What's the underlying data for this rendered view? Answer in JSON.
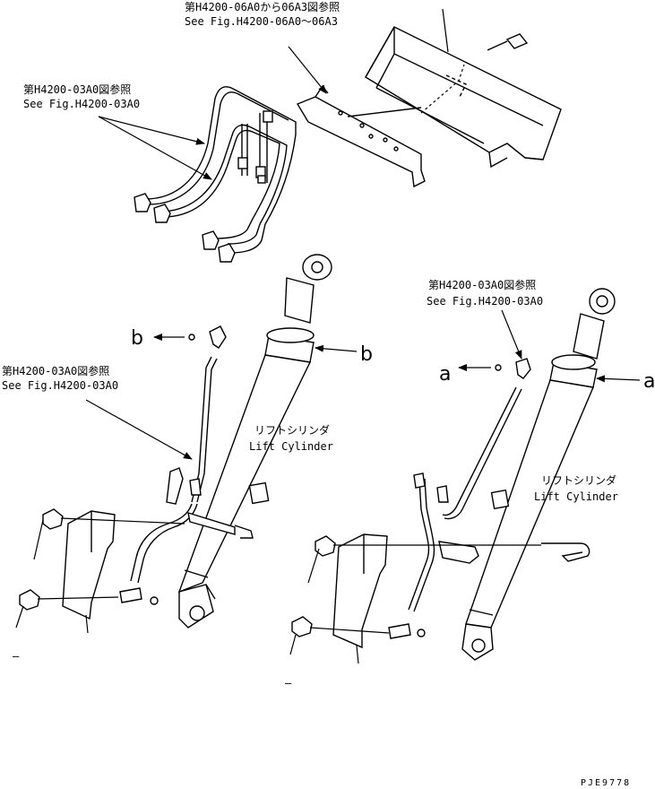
{
  "labels": {
    "ref_top_jp": "第H4200-06A0から06A3図参照",
    "ref_top_en": "See Fig.H4200-06A0～06A3",
    "ref_pipes_jp": "第H4200-03A0図参照",
    "ref_pipes_en": "See Fig.H4200-03A0",
    "ref_left_jp": "第H4200-03A0図参照",
    "ref_left_en": "See Fig.H4200-03A0",
    "ref_right_jp": "第H4200-03A0図参照",
    "ref_right_en": "See Fig.H4200-03A0",
    "cyl_left_jp": "リフトシリンダ",
    "cyl_left_en": "Lift Cylinder",
    "cyl_right_jp": "リフトシリンダ",
    "cyl_right_en": "Lift Cylinder",
    "mark_b_left": "b",
    "mark_b_right": "b",
    "mark_a_left": "a",
    "mark_a_right": "a",
    "dash_left": "–",
    "dash_right": "–",
    "drawing_code": "PJE9778"
  }
}
